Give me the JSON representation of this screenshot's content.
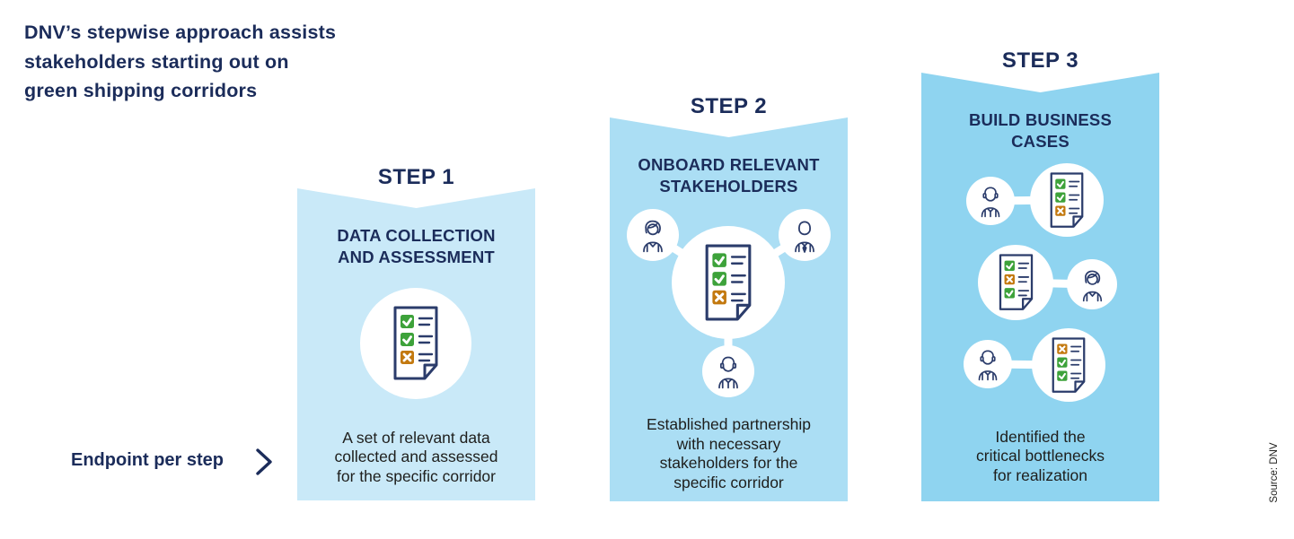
{
  "title": "DNV’s stepwise approach assists\nstakeholders starting out on\ngreen shipping corridors",
  "steps": [
    {
      "label": "STEP 1",
      "heading": "DATA COLLECTION\nAND ASSESSMENT",
      "description": "A set of relevant data\ncollected and assessed\nfor the specific corridor",
      "icons": {
        "center": "checklist",
        "checklist_marks": [
          "check",
          "check",
          "cross"
        ]
      }
    },
    {
      "label": "STEP 2",
      "heading": "ONBOARD RELEVANT\nSTAKEHOLDERS",
      "description": "Established partnership\nwith necessary\nstakeholders for the\nspecific corridor",
      "icons": {
        "center": "checklist",
        "checklist_marks": [
          "check",
          "check",
          "cross"
        ],
        "top_left": "woman",
        "top_right": "man-tie",
        "bottom": "man-headset"
      }
    },
    {
      "label": "STEP 3",
      "heading": "BUILD BUSINESS\nCASES",
      "description": "Identified the\ncritical bottlenecks\nfor realization",
      "icons": {
        "rows": [
          {
            "person": "man-headset",
            "person_side": "left",
            "checklist_marks": [
              "check",
              "check",
              "cross"
            ]
          },
          {
            "person": "woman",
            "person_side": "right",
            "checklist_marks": [
              "check",
              "cross",
              "check"
            ]
          },
          {
            "person": "man-headset",
            "person_side": "left",
            "checklist_marks": [
              "cross",
              "check",
              "check"
            ]
          }
        ]
      }
    }
  ],
  "footer": {
    "endpoint_label": "Endpoint per step",
    "endpoint_arrow_icon": "chevron-right"
  },
  "source_note": "Source: DNV",
  "colors": {
    "heading_navy": "#1b2c5a",
    "body_text": "#1e1e1c",
    "panel_step1": "#c9e9f8",
    "panel_step2": "#abdef4",
    "panel_step3": "#8fd4f0",
    "ribbon_green": "#bfdbb7",
    "check_green": "#3da23a",
    "cross_orange": "#c3790f",
    "icon_navy": "#2b3c6b",
    "circle_white": "#ffffff"
  }
}
